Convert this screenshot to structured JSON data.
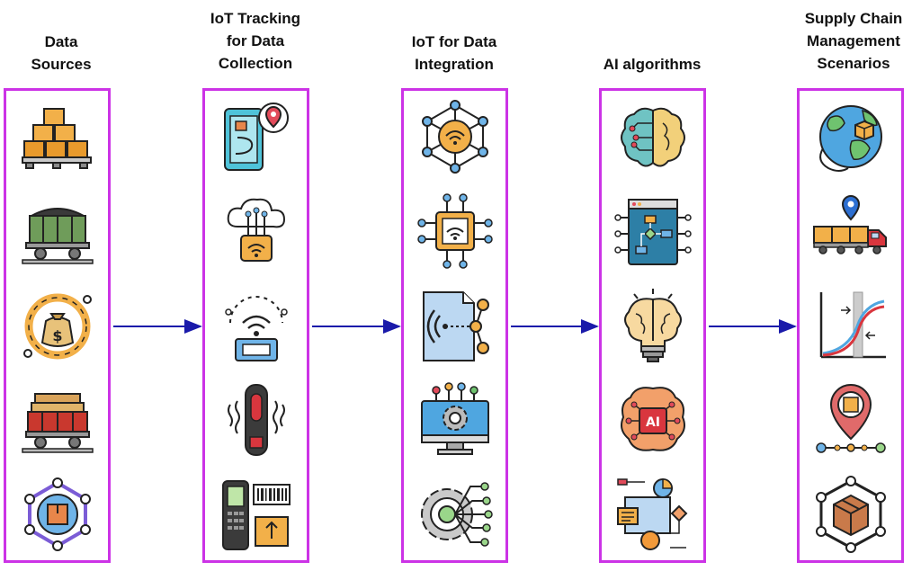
{
  "columns": [
    {
      "title": [
        "Data",
        "Sources"
      ],
      "icons": [
        "boxes-pallet-icon",
        "coal-wagon-icon",
        "money-bag-cycle-icon",
        "lumber-wagon-icon",
        "package-network-icon"
      ]
    },
    {
      "title": [
        "IoT Tracking",
        "for Data",
        "Collection"
      ],
      "icons": [
        "phone-location-tracking-icon",
        "cloud-iot-chip-icon",
        "rfid-reader-icon",
        "vibration-sensor-icon",
        "barcode-scanner-icon"
      ]
    },
    {
      "title": [
        "IoT for Data",
        "Integration"
      ],
      "icons": [
        "wifi-network-hub-icon",
        "iot-chip-icon",
        "nfc-document-icon",
        "monitor-gear-icon",
        "gear-network-icon"
      ]
    },
    {
      "title": [
        "AI algorithms"
      ],
      "icons": [
        "circuit-brain-icon",
        "flowchart-window-icon",
        "brain-lightbulb-icon",
        "ai-brain-chip-icon",
        "data-flowchart-icon"
      ]
    },
    {
      "title": [
        "Supply Chain",
        "Management",
        "Scenarios"
      ],
      "icons": [
        "globe-package-icon",
        "delivery-truck-location-icon",
        "supply-demand-graph-icon",
        "location-box-route-icon",
        "box-network-icon"
      ]
    }
  ],
  "colors": {
    "border": "#cc33e6",
    "arrow": "#1a1aaa"
  }
}
